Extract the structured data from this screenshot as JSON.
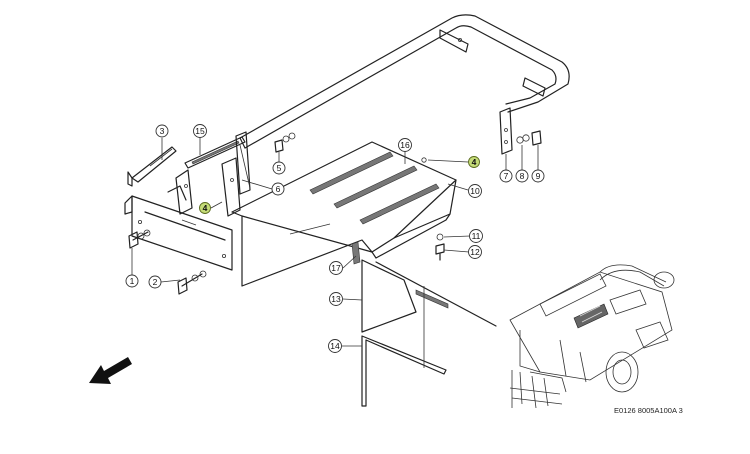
{
  "diagram": {
    "reference_code": "E0126 8005A100A 3",
    "callouts": [
      {
        "id": "c1",
        "label": "1"
      },
      {
        "id": "c2",
        "label": "2"
      },
      {
        "id": "c3",
        "label": "3"
      },
      {
        "id": "c4a",
        "label": "4",
        "highlight": true
      },
      {
        "id": "c4b",
        "label": "4",
        "highlight": true
      },
      {
        "id": "c5",
        "label": "5"
      },
      {
        "id": "c6",
        "label": "6"
      },
      {
        "id": "c7",
        "label": "7"
      },
      {
        "id": "c8",
        "label": "8"
      },
      {
        "id": "c9",
        "label": "9"
      },
      {
        "id": "c10",
        "label": "10"
      },
      {
        "id": "c11",
        "label": "11"
      },
      {
        "id": "c12",
        "label": "12"
      },
      {
        "id": "c13",
        "label": "13"
      },
      {
        "id": "c14",
        "label": "14"
      },
      {
        "id": "c15",
        "label": "15"
      },
      {
        "id": "c16",
        "label": "16"
      },
      {
        "id": "c17",
        "label": "17"
      }
    ],
    "highlight_color": "#c5dc78",
    "icons": [
      "direction-arrow-icon"
    ]
  }
}
